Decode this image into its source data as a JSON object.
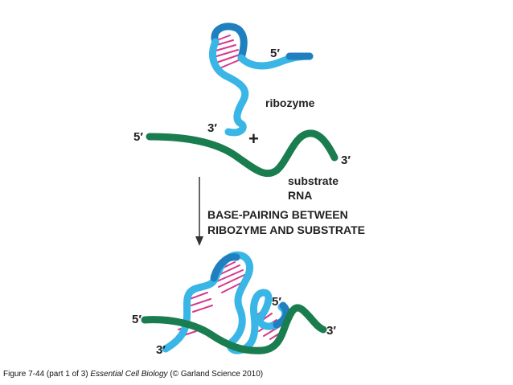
{
  "labels": {
    "ribozyme_5prime": "5′",
    "ribozyme": "ribozyme",
    "ribozyme_3prime": "3′",
    "plus": "+",
    "substrate_5prime": "5′",
    "substrate_3prime": "3′",
    "substrate_line1": "substrate",
    "substrate_line2": "RNA",
    "step_line1": "BASE-PAIRING BETWEEN",
    "step_line2": "RIBOZYME AND SUBSTRATE",
    "complex_5prime_substrate": "5′",
    "complex_3prime_ribozyme": "3′",
    "complex_5prime_ribozyme": "5′",
    "complex_3prime_substrate": "3′"
  },
  "caption": {
    "figure_ref": "Figure 7-44 (part 1 of 3)",
    "book_title": "Essential Cell Biology",
    "credit": "(© Garland Science 2010)"
  },
  "colors": {
    "ribozyme_light": "#39b6e6",
    "ribozyme_dark": "#1f7fbf",
    "substrate": "#1a7d4f",
    "substrate_dark": "#116340",
    "base_pairs": "#d6388f",
    "arrow": "#333333",
    "text": "#222222"
  }
}
